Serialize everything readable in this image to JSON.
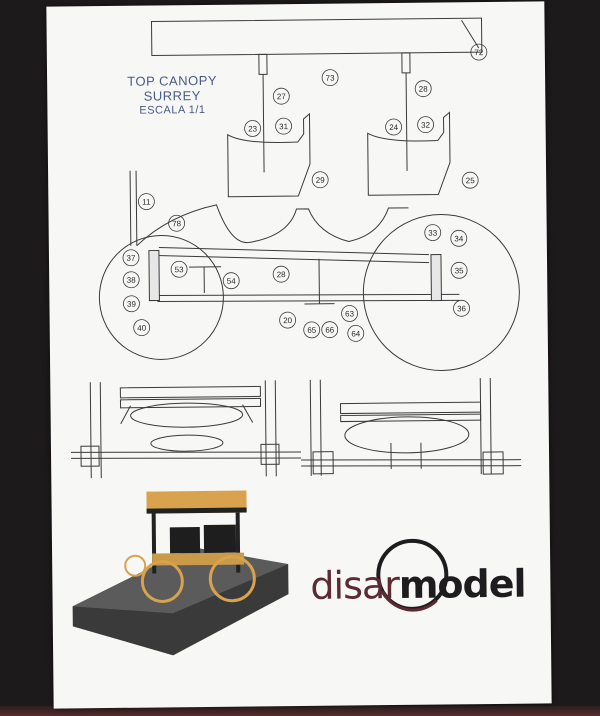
{
  "title": {
    "line1": "TOP CANOPY SURREY",
    "line2": "ESCALA 1/1"
  },
  "logo": {
    "part1": "disar",
    "part2": "model"
  },
  "callouts": [
    "72",
    "73",
    "27",
    "28",
    "23",
    "31",
    "24",
    "32",
    "11",
    "78",
    "29",
    "25",
    "37",
    "33",
    "34",
    "53",
    "54",
    "38",
    "35",
    "39",
    "28",
    "40",
    "20",
    "63",
    "36",
    "65",
    "66",
    "64"
  ],
  "colors": {
    "ink": "#3a3a3a",
    "title": "#4a5c86",
    "logo_dark": "#1e1c1e",
    "logo_accent": "#5d2a33"
  }
}
